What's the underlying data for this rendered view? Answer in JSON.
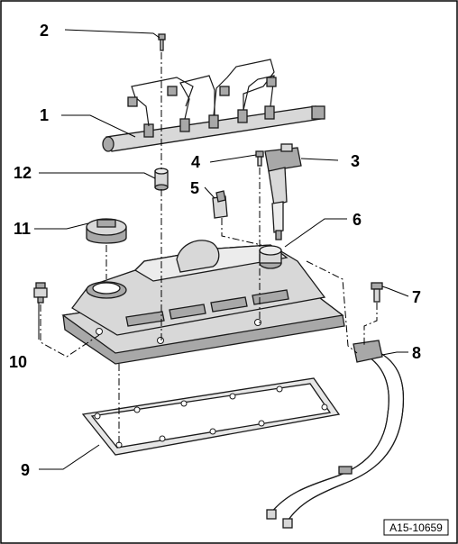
{
  "figure_id": "A15-10659",
  "callouts": [
    {
      "id": "c1",
      "label": "1",
      "part": "fuel-rail"
    },
    {
      "id": "c2",
      "label": "2",
      "part": "rail-bolt"
    },
    {
      "id": "c3",
      "label": "3",
      "part": "injector"
    },
    {
      "id": "c4",
      "label": "4",
      "part": "clamp-bolt"
    },
    {
      "id": "c5",
      "label": "5",
      "part": "clamp-clip"
    },
    {
      "id": "c6",
      "label": "6",
      "part": "injector-seat"
    },
    {
      "id": "c7",
      "label": "7",
      "part": "hose-bolt"
    },
    {
      "id": "c8",
      "label": "8",
      "part": "breather-hose"
    },
    {
      "id": "c9",
      "label": "9",
      "part": "cover-gasket"
    },
    {
      "id": "c10",
      "label": "10",
      "part": "cover-bolt"
    },
    {
      "id": "c11",
      "label": "11",
      "part": "oil-filler-cap"
    },
    {
      "id": "c12",
      "label": "12",
      "part": "spacer-sleeve"
    }
  ]
}
